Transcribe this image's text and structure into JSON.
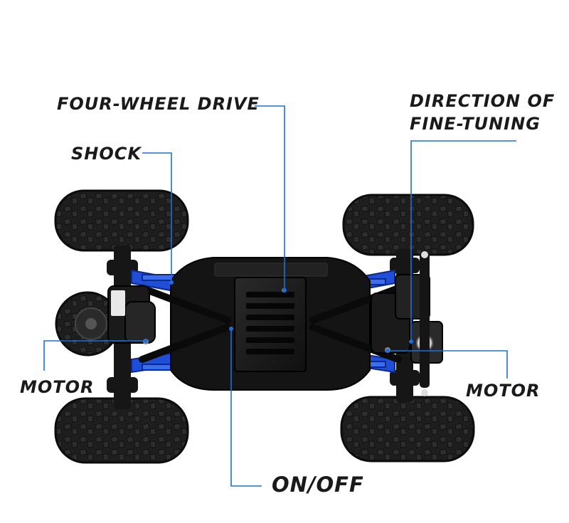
{
  "labels": {
    "four_wheel_drive": "FOUR-WHEEL DRIVE",
    "direction_line1": "DIRECTION OF",
    "direction_line2": "FINE-TUNING",
    "shock": "SHOCK",
    "motor_left": "MOTOR",
    "motor_right": "MOTOR",
    "on_off": "ON/OFF"
  },
  "colors": {
    "leader_line": "#1e6fd9",
    "suspension_blue": "#1f4fd8",
    "chassis": "#141414",
    "tire": "#1c1c1c"
  }
}
